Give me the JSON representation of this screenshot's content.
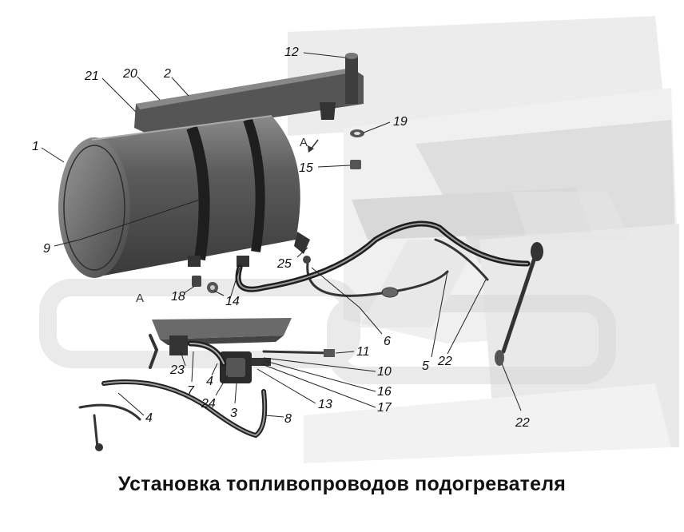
{
  "caption": "Установка топливопроводов подогревателя",
  "view_labels": [
    "А",
    "А"
  ],
  "callouts": [
    "1",
    "2",
    "3",
    "4",
    "4",
    "5",
    "6",
    "7",
    "8",
    "9",
    "10",
    "11",
    "12",
    "13",
    "14",
    "15",
    "16",
    "17",
    "18",
    "19",
    "20",
    "21",
    "22",
    "22",
    "23",
    "24",
    "25"
  ]
}
